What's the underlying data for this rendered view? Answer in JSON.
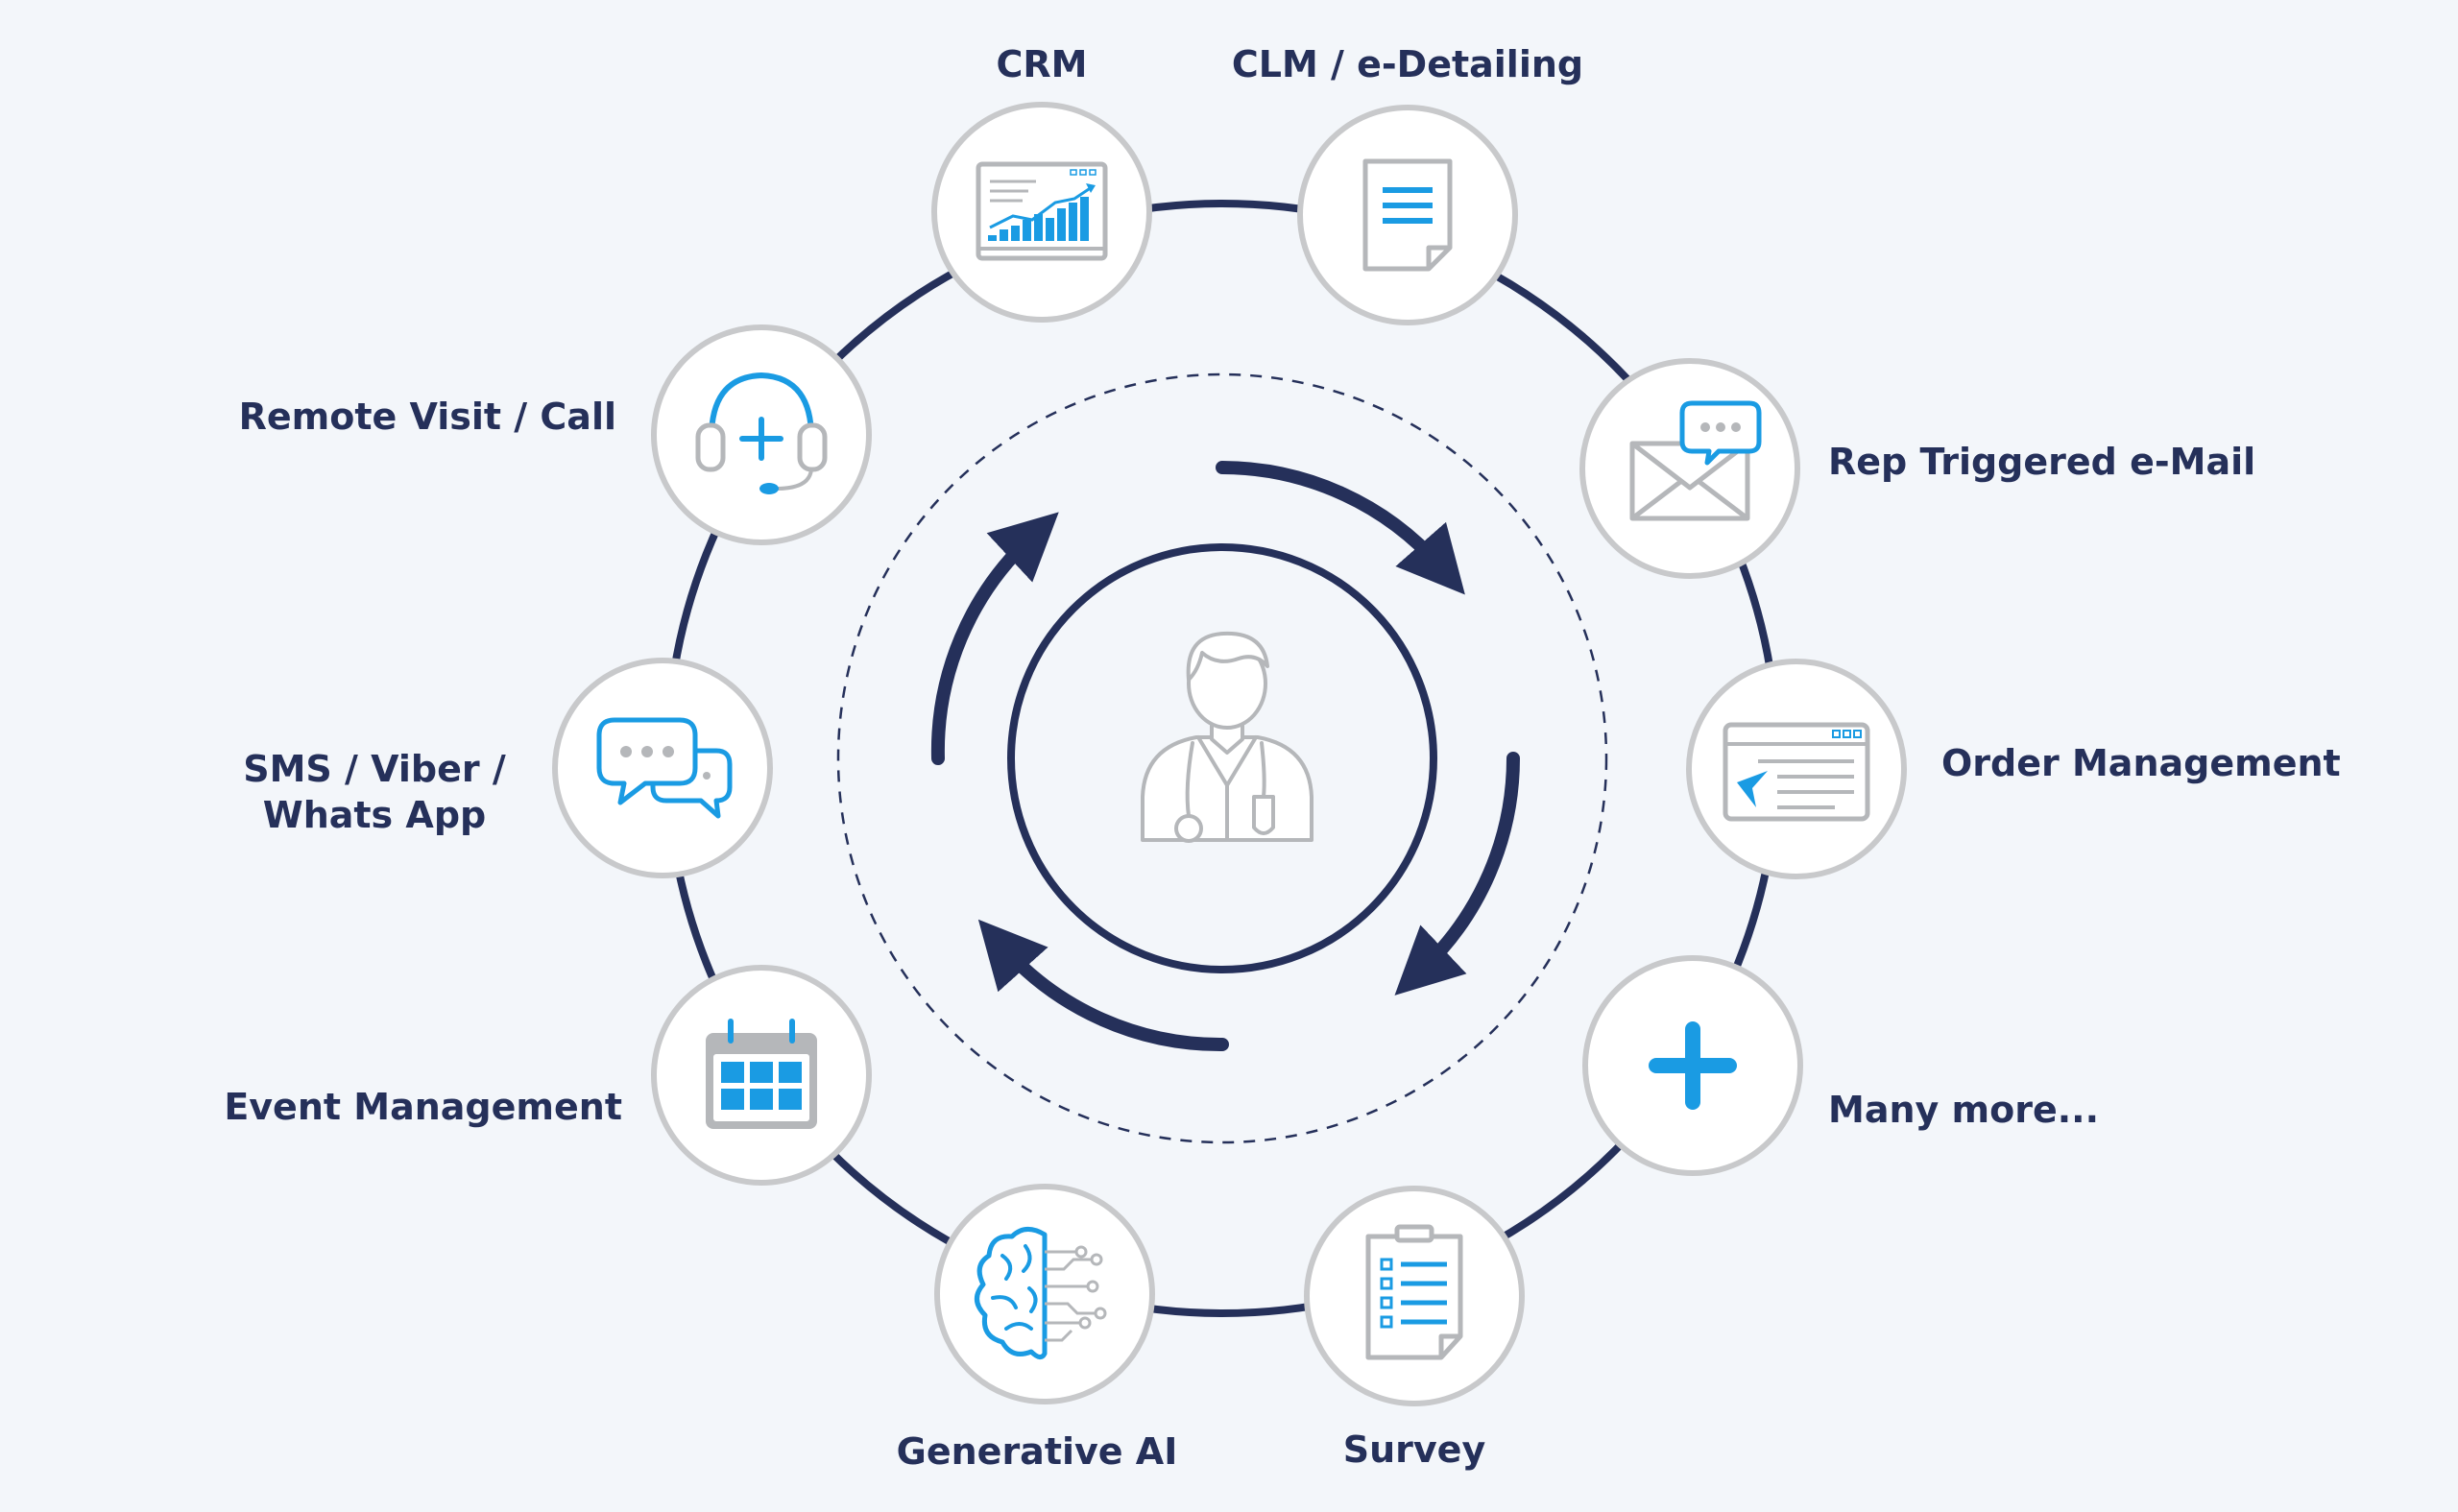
{
  "colors": {
    "navy": "#25305a",
    "blue": "#1a9be3",
    "gray": "#c8c9cb",
    "icon_gray": "#b5b7ba",
    "node_fill": "#ffffff",
    "background": "#f3f6fa"
  },
  "center": {
    "icon": "doctor-icon"
  },
  "nodes": [
    {
      "id": "crm",
      "label": "CRM",
      "icon": "chart-dashboard-icon"
    },
    {
      "id": "clm",
      "label": "CLM / e-Detailing",
      "icon": "document-icon"
    },
    {
      "id": "email",
      "label": "Rep Triggered e-Mail",
      "icon": "envelope-chat-icon"
    },
    {
      "id": "order",
      "label": "Order Management",
      "icon": "browser-cursor-icon"
    },
    {
      "id": "more",
      "label": "Many more...",
      "icon": "plus-icon"
    },
    {
      "id": "survey",
      "label": "Survey",
      "icon": "clipboard-checklist-icon"
    },
    {
      "id": "genai",
      "label": "Generative AI",
      "icon": "brain-circuit-icon"
    },
    {
      "id": "event",
      "label": "Event Management",
      "icon": "calendar-icon"
    },
    {
      "id": "sms",
      "label_lines": [
        "SMS / Viber /",
        "Whats App"
      ],
      "icon": "chat-bubbles-icon"
    },
    {
      "id": "remote",
      "label": "Remote Visit / Call",
      "icon": "headset-icon"
    }
  ]
}
